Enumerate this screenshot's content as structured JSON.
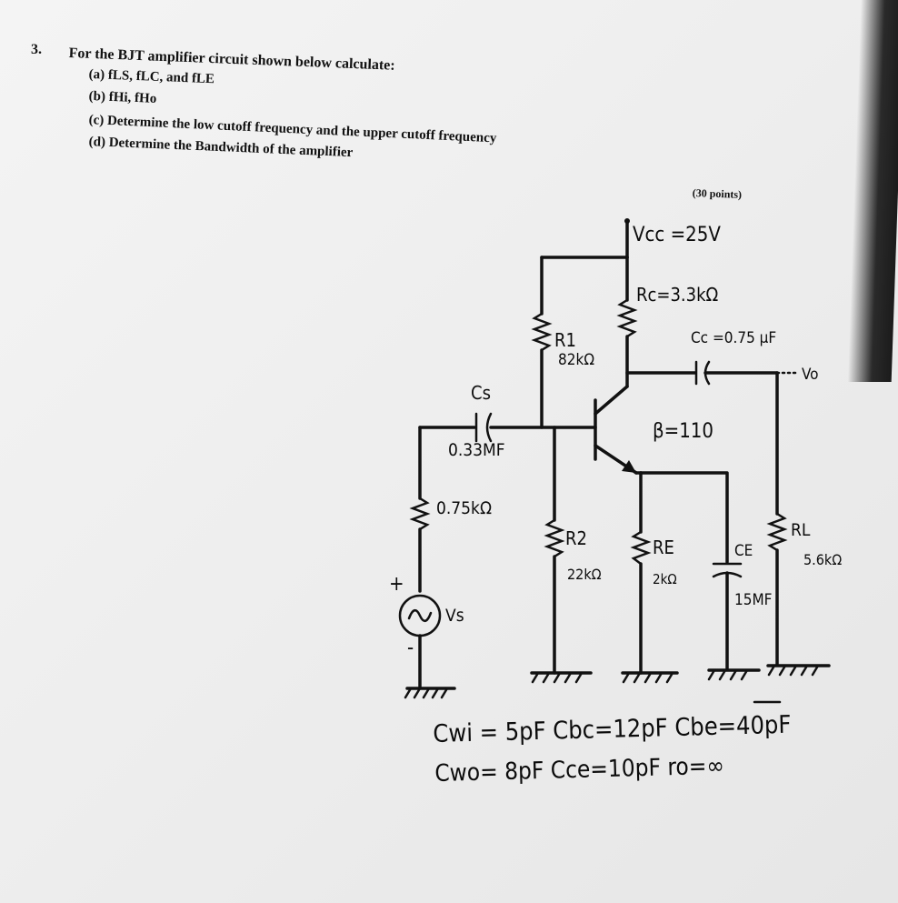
{
  "question": {
    "number": "3.",
    "title": "For the BJT amplifier circuit shown below calculate:",
    "parts": [
      {
        "label": "(a)",
        "text": "fLS, fLC, and fLE"
      },
      {
        "label": "(b)",
        "text": "fHi, fHo"
      },
      {
        "label": "(c)",
        "text": "Determine the low cutoff frequency and the upper cutoff frequency"
      },
      {
        "label": "(d)",
        "text": "Determine the Bandwidth of the amplifier"
      }
    ],
    "points": "(30 points)"
  },
  "circuit": {
    "vcc": "Vcc =25V",
    "rc": "Rc=3.3kΩ",
    "cc": "Cc =0.75 µF",
    "vo": "Vo",
    "r1_name": "R1",
    "r1_value": "82kΩ",
    "cs_name": "Cs",
    "cs_value": "0.33MF",
    "rs_value": "0.75kΩ",
    "beta": "β=110",
    "r2_name": "R2",
    "r2_value": "22kΩ",
    "re_name": "RE",
    "re_value": "2kΩ",
    "ce_name": "CE",
    "ce_value": "15MF",
    "rl_name": "RL",
    "rl_value": "5.6kΩ",
    "vs": "Vs",
    "plus": "+",
    "minus": "-"
  },
  "params": {
    "line1": "Cwi = 5pF  Cbc=12pF  Cbe=40pF",
    "line2": "Cwo= 8pF  Cce=10pF  ro=∞"
  }
}
